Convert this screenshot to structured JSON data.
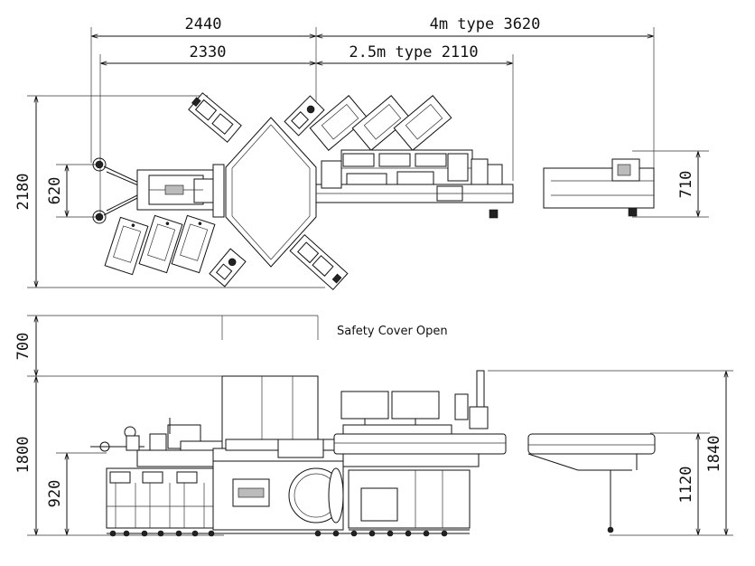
{
  "dimensions": {
    "top_left_outer": "2440",
    "top_right_outer": "4m type 3620",
    "top_left_inner": "2330",
    "top_right_inner": "2.5m type 2110",
    "plan_height_total": "2180",
    "plan_height_inner": "620",
    "plan_conveyor_height": "710",
    "elev_cover_height": "700",
    "elev_height_left": "1800",
    "elev_table_left": "920",
    "elev_table_right": "1120",
    "elev_height_right": "1840"
  },
  "captions": {
    "safety_cover": "Safety Cover Open"
  }
}
